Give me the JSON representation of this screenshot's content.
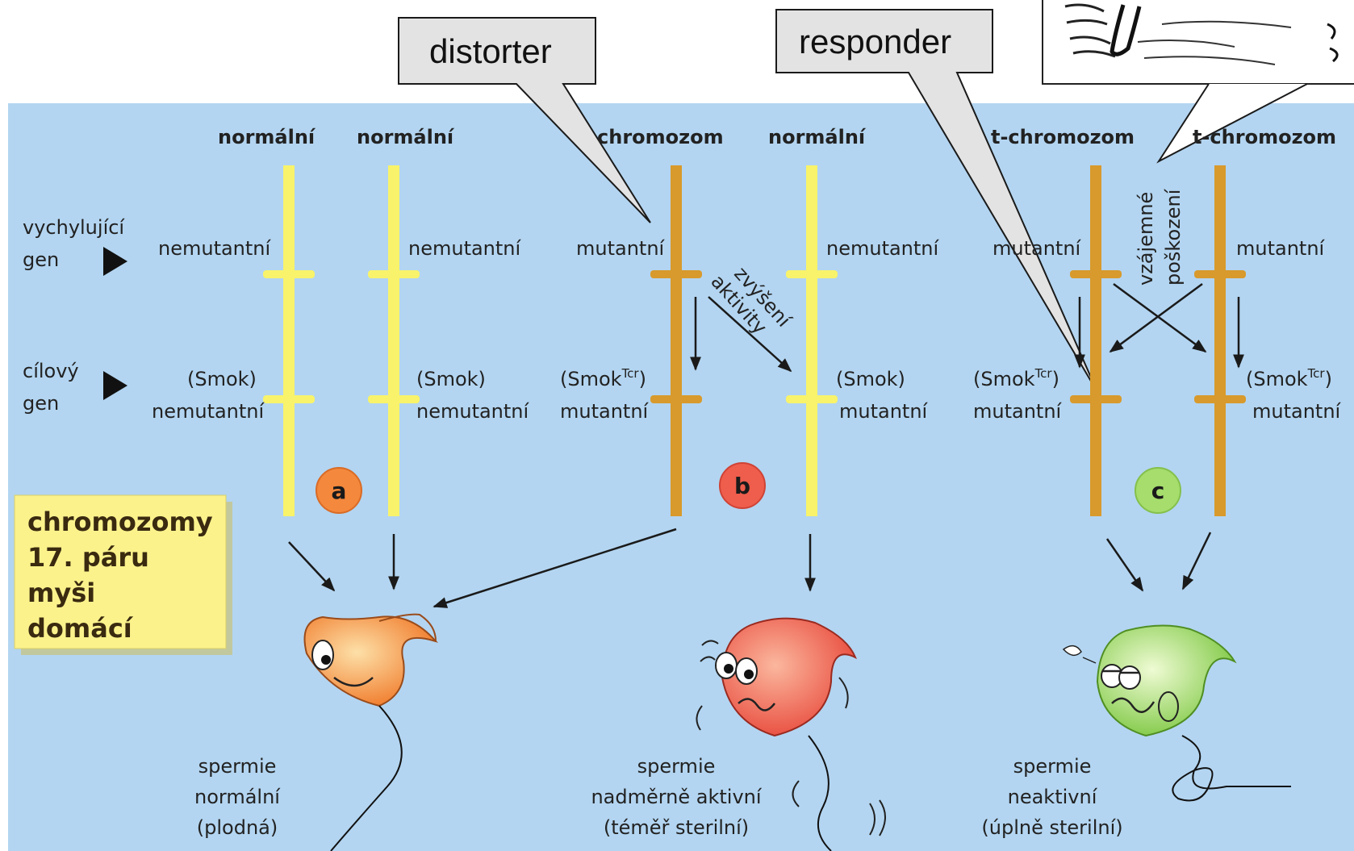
{
  "callouts": {
    "distorter": "distorter",
    "responder": "responder"
  },
  "columns": {
    "c1": "normální",
    "c2": "normální",
    "c3": "chromozom",
    "c4": "normální",
    "c5": "t-chromozom",
    "c6": "t-chromozom"
  },
  "row_labels": {
    "distorter_gene": [
      "vychylující",
      "gen"
    ],
    "target_gene": [
      "cílový",
      "gen"
    ]
  },
  "gene_labels": {
    "nemutantni": "nemutantní",
    "mutantni": "mutantní",
    "smok": "(Smok)",
    "smok_tcr": "(Smok",
    "tcr_sup": "Tcr",
    "close_paren": ")"
  },
  "annotations": {
    "zvyseni": [
      "zvýšení",
      "aktivity"
    ],
    "vzajemne": [
      "vzájemné",
      "poškození"
    ]
  },
  "badges": {
    "a": "a",
    "b": "b",
    "c": "c"
  },
  "info_box": [
    "chromozomy",
    "17. páru",
    "myši",
    "domácí"
  ],
  "sperm_labels": {
    "normal": [
      "spermie",
      "normální",
      "(plodná)"
    ],
    "active": [
      "spermie",
      "nadměrně aktivní",
      "(téměř sterilní)"
    ],
    "inactive": [
      "spermie",
      "neaktivní",
      "(úplně sterilní)"
    ]
  },
  "colors": {
    "background": "#b3d5f1",
    "normal_chromosome": "#f8f36a",
    "t_chromosome": "#d89a2c",
    "badge_a": "#f4883c",
    "badge_b": "#ef5d4c",
    "badge_c": "#a6dd6d",
    "sperm_normal": "#f59a4a",
    "sperm_active": "#ef6552",
    "sperm_inactive": "#a2d964",
    "info_box": "#fbf28c"
  }
}
